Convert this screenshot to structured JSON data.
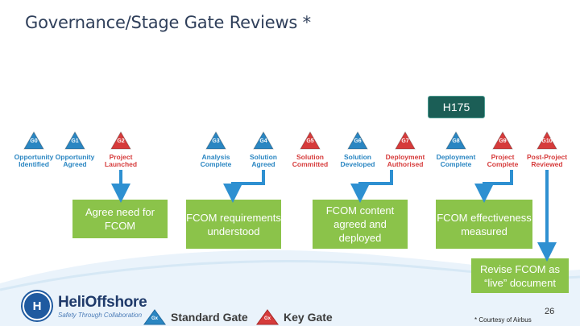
{
  "title": "Governance/Stage Gate Reviews *",
  "aircraft": "H175",
  "colors": {
    "standard_gate": "#2a86c2",
    "key_gate": "#d63b3b",
    "box": "#8bc34a",
    "arrow": "#2e90d1",
    "h175_bg": "#1b5e56"
  },
  "gates": [
    {
      "code": "G0",
      "label": "Opportunity\nIdentified",
      "type": "standard"
    },
    {
      "code": "G1",
      "label": "Opportunity\nAgreed",
      "type": "standard"
    },
    {
      "code": "G2",
      "label": "Project\nLaunched",
      "type": "key"
    },
    {
      "code": "G3",
      "label": "Analysis\nComplete",
      "type": "standard"
    },
    {
      "code": "G4",
      "label": "Solution\nAgreed",
      "type": "standard"
    },
    {
      "code": "G5",
      "label": "Solution\nCommitted",
      "type": "key"
    },
    {
      "code": "G6",
      "label": "Solution\nDeveloped",
      "type": "standard"
    },
    {
      "code": "G7",
      "label": "Deployment\nAuthorised",
      "type": "key"
    },
    {
      "code": "G8",
      "label": "Deployment\nComplete",
      "type": "standard"
    },
    {
      "code": "G9",
      "label": "Project\nComplete",
      "type": "key"
    },
    {
      "code": "G10",
      "label": "Post-Project\nReviewed",
      "type": "key"
    }
  ],
  "boxes": {
    "b1": "Agree need for FCOM",
    "b2": "FCOM requirements understood",
    "b3": "FCOM content agreed and deployed",
    "b4": "FCOM effectiveness measured",
    "b5": "Revise FCOM as “live” document"
  },
  "logo": {
    "name": "HeliOffshore",
    "tagline": "Safety Through Collaboration"
  },
  "legend": {
    "standard": "Standard Gate",
    "key": "Key Gate",
    "code": "Gx"
  },
  "page_number": "26",
  "courtesy": "* Courtesy of Airbus"
}
